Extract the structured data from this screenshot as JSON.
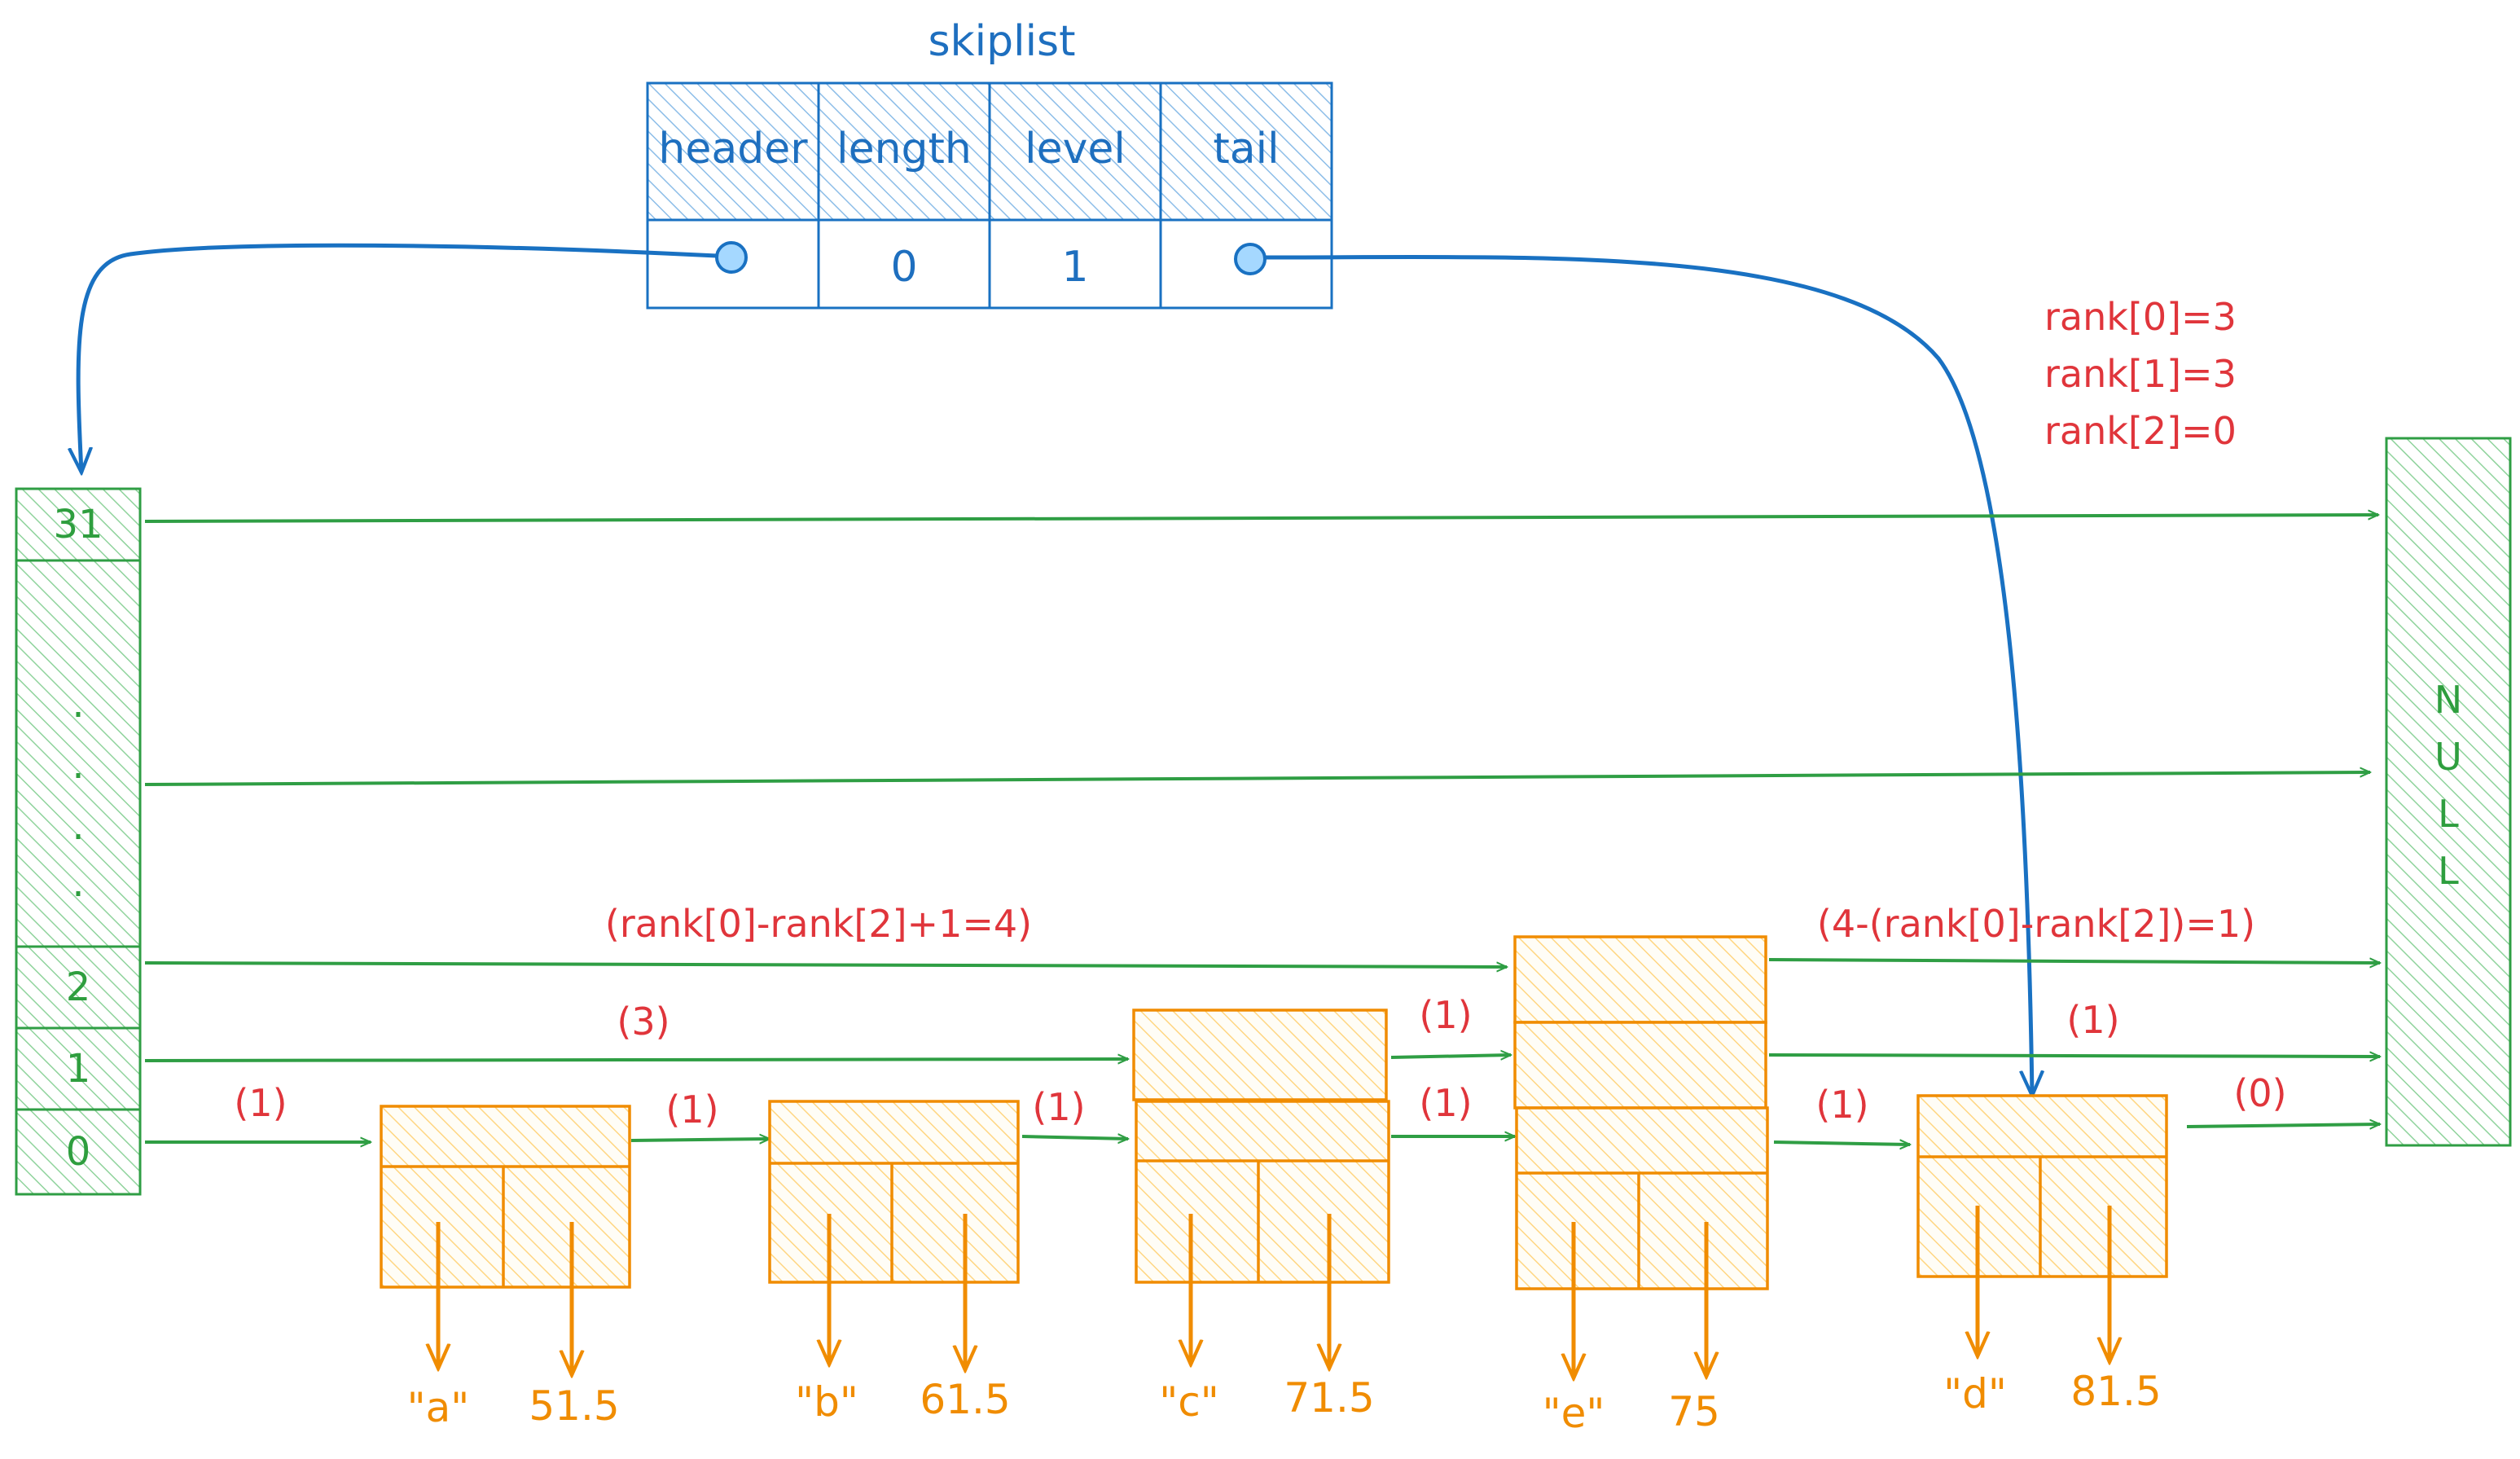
{
  "skiplist": {
    "title": "skiplist",
    "fields": [
      "header",
      "length",
      "level",
      "tail"
    ],
    "length_value": "0",
    "level_value": "1"
  },
  "header_column": {
    "levels": [
      "31",
      "2",
      "1",
      "0"
    ],
    "ellipsis": [
      ".",
      ".",
      ".",
      "."
    ]
  },
  "null_node": {
    "letters": [
      "N",
      "U",
      "L",
      "L"
    ]
  },
  "rank_notes": [
    "rank[0]=3",
    "rank[1]=3",
    "rank[2]=0"
  ],
  "span_labels": {
    "h0_a": "(1)",
    "a_b": "(1)",
    "b_c": "(1)",
    "c_e_l0": "(1)",
    "e_d": "(1)",
    "d_null": "(0)",
    "h1_c": "(3)",
    "c_e_l1": "(1)",
    "e_null_l1": "(1)",
    "h2_e": "(rank[0]-rank[2]+1=4)",
    "e_null_l2": "(4-(rank[0]-rank[2])=1)"
  },
  "nodes": [
    {
      "obj": "\"a\"",
      "score": "51.5"
    },
    {
      "obj": "\"b\"",
      "score": "61.5"
    },
    {
      "obj": "\"c\"",
      "score": "71.5"
    },
    {
      "obj": "\"e\"",
      "score": "75"
    },
    {
      "obj": "\"d\"",
      "score": "81.5"
    }
  ],
  "colors": {
    "blue": "#1971c2",
    "green": "#2f9e44",
    "red": "#e0353b",
    "orange": "#f08c00"
  }
}
